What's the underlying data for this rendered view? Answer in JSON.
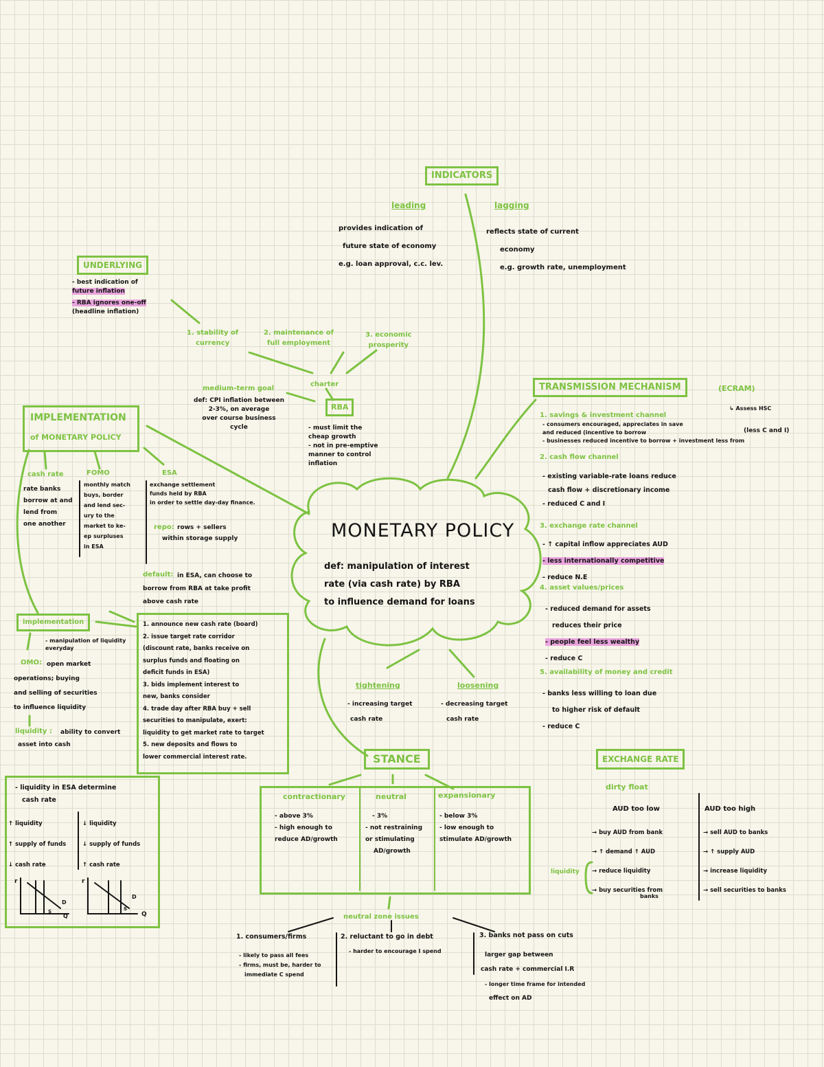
{
  "colors": {
    "accent": "#7dc242",
    "highlight": "#e9a4dd",
    "ink": "#141414",
    "paper": "#f8f6ea"
  },
  "center": {
    "title": "MONETARY POLICY",
    "def_lines": [
      "def: manipulation of interest",
      "rate (via cash rate) by RBA",
      "to influence demand for loans"
    ]
  },
  "indicators": {
    "title": "INDICATORS",
    "leading": {
      "label": "leading",
      "lines": [
        "provides indication of",
        "future state of economy",
        "e.g. loan approval, c.c. lev."
      ]
    },
    "lagging": {
      "label": "lagging",
      "lines": [
        "reflects state of current",
        "economy",
        "e.g. growth rate, unemployment"
      ]
    }
  },
  "underlying": {
    "title": "UNDERLYING",
    "lines": [
      "- best indication of",
      "future inflation",
      "- RBA ignores one-off",
      "(headline inflation)"
    ]
  },
  "objectives": {
    "o1": [
      "1. stability of",
      "currency"
    ],
    "o2": [
      "2. maintenance of",
      "full employment"
    ],
    "o3": [
      "3. economic",
      "prosperity"
    ],
    "charter": "charter",
    "medium_term_goal": "medium-term goal",
    "medium_lines": [
      "def: CPI inflation between",
      "2-3%, on average",
      "over course business",
      "cycle"
    ]
  },
  "rba": {
    "label": "RBA",
    "lines": [
      "- must limit the",
      "cheap growth",
      "- not in pre-emptive",
      "manner to control",
      "inflation"
    ]
  },
  "implementation": {
    "title1": "IMPLEMENTATION",
    "title2": "of MONETARY POLICY",
    "cash_rate": {
      "label": "cash rate",
      "lines": [
        "rate banks",
        "borrow at and",
        "lend from",
        "one another"
      ]
    },
    "fomo": {
      "label": "FOMO",
      "lines": [
        "monthly match",
        "buys, border",
        "and lend sec-",
        "ury to the",
        "market to ke-",
        "ep surpluses",
        "in ESA"
      ]
    },
    "esa": {
      "label": "ESA",
      "lines": [
        "exchange settlement",
        "funds held by RBA",
        "in order to settle day-day finance."
      ]
    },
    "repo": {
      "label": "repo:",
      "lines": [
        "rows + sellers",
        "within storage supply"
      ]
    },
    "default": {
      "label": "default:",
      "lines": [
        "in ESA, can choose to",
        "borrow from RBA at take profit",
        "above cash rate"
      ]
    }
  },
  "implementation2": {
    "title": "implementation",
    "lines_a": [
      "- manipulation of liquidity",
      "everyday"
    ],
    "omo": "OMO:",
    "lines_b": [
      "open market",
      "operations; buying",
      "and selling of securities",
      "to influence liquidity"
    ],
    "liquidity_label": "liquidity :",
    "liquidity_lines": [
      "ability to convert",
      "asset into cash"
    ]
  },
  "steps": [
    "1. announce new cash rate (board)",
    "2. issue target rate corridor",
    "(discount rate, banks receive on",
    "surplus funds and floating on",
    "deficit funds in ESA)",
    "3. bids implement interest to",
    "new, banks consider",
    "4. trade day after RBA buy + sell",
    "securities to manipulate, exert:",
    "liquidity to get market rate to target",
    "5. new deposits and flows to",
    "lower commercial interest rate."
  ],
  "liquidity_graph": {
    "lines": [
      "- liquidity in ESA determine",
      "cash rate"
    ],
    "left": [
      "↑ liquidity",
      "↑ supply of funds",
      "↓ cash rate"
    ],
    "right": [
      "↓ liquidity",
      "↓ supply of funds",
      "↑ cash rate"
    ],
    "axis_y": "r",
    "axis_x": "Q",
    "lab_d": "D",
    "lab_s": "S"
  },
  "transmission": {
    "title": "TRANSMISSION MECHANISM",
    "ecram": "(ECRAM)",
    "note": "↳ Assess HSC",
    "items": [
      {
        "head": "1. savings & investment channel",
        "lines": [
          "- consumers encouraged, appreciates in save",
          "and reduced (incentive to borrow",
          "- businesses reduced incentive to borrow + investment less from"
        ],
        "tag": "(less C and I)"
      },
      {
        "head": "2. cash flow channel",
        "lines": [
          "- existing variable-rate loans reduce",
          "cash flow + discretionary income",
          "- reduced C and I"
        ]
      },
      {
        "head": "3. exchange rate channel",
        "lines": [
          "- ↑ capital inflow appreciates AUD",
          "- less internationally competitive",
          "- reduce N.E"
        ]
      },
      {
        "head": "4. asset values/prices",
        "lines": [
          "- reduced demand for assets",
          "reduces their price",
          "- people feel less wealthy",
          "- reduce C"
        ]
      },
      {
        "head": "5. availability of money and credit",
        "lines": [
          "- banks less willing to loan due",
          "to higher risk of default",
          "- reduce C"
        ]
      }
    ]
  },
  "tight_loose": {
    "tightening": {
      "label": "tightening",
      "lines": [
        "- increasing target",
        "cash rate"
      ]
    },
    "loosening": {
      "label": "loosening",
      "lines": [
        "- decreasing target",
        "cash rate"
      ]
    }
  },
  "stance": {
    "title": "STANCE",
    "cols": [
      {
        "label": "contractionary",
        "lines": [
          "- above 3%",
          "",
          "- high enough to",
          "reduce AD/growth"
        ]
      },
      {
        "label": "neutral",
        "lines": [
          "- 3%",
          "- not restraining",
          "or stimulating",
          "AD/growth"
        ]
      },
      {
        "label": "expansionary",
        "lines": [
          "- below 3%",
          "",
          "- low enough to",
          "stimulate AD/growth"
        ]
      }
    ]
  },
  "exchange": {
    "title": "EXCHANGE RATE",
    "dirty_float": "dirty float",
    "left_head": "AUD too low",
    "left_lines": [
      "→ buy AUD from bank",
      "→ ↑ demand ↑ AUD",
      "→ reduce liquidity",
      "→ buy securities from",
      "banks"
    ],
    "right_head": "AUD too high",
    "right_lines": [
      "→ sell AUD to banks",
      "→ ↑ supply AUD",
      "→ increase liquidity",
      "→ sell securities to banks"
    ],
    "side_label": "liquidity"
  },
  "time_lags": {
    "title": "neutral zone issues",
    "items": [
      {
        "head": "1. consumers/firms",
        "lines": [
          "- likely to pass all fees",
          "- firms, must be, harder to",
          "immediate C spend"
        ]
      },
      {
        "head": "2. reluctant to go in debt",
        "lines": [
          "- harder to encourage I spend"
        ]
      },
      {
        "head": "3. banks not pass on cuts",
        "lines": [
          "larger gap between",
          "cash rate + commercial I.R",
          "- longer time frame for intended",
          "effect on AD"
        ]
      }
    ]
  }
}
